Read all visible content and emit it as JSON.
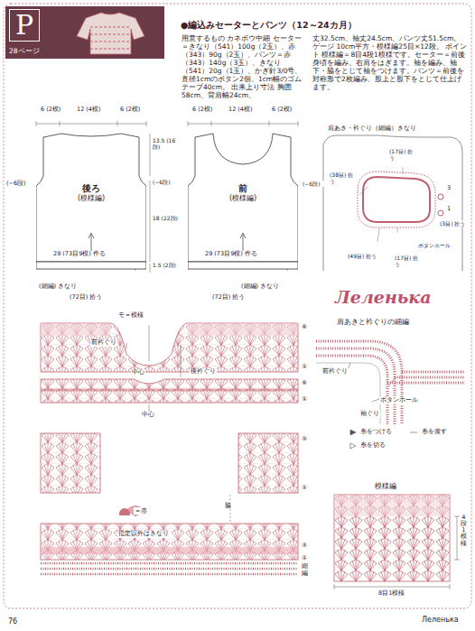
{
  "diagram": {
    "title": "●編込みセーターとパンツ（12～24カ月）",
    "nodes": [
      {
        "text": [
          "P",
          "28ページ"
        ]
      },
      {
        "text": [
          "後ろ",
          "(模様編)"
        ]
      },
      {
        "text": [
          "前",
          "(模様編)"
        ]
      }
    ],
    "labels": [
      "用意するもの カネボウ中細 セーター＝きなり（541）100g（2玉）、赤（343）90g（2玉）、パンツ＝赤（343）140g（3玉）、きなり（541）20g（1玉）、かぎ針3/0号、直径1cmのボタン2個、1cm幅のゴムテープ40cm。 出来上り寸法 胸囲58cm、背肩幅24cm、",
      "丈32.5cm、袖丈24.5cm、パンツ丈51.5cm。 ゲージ 10cm平方・模様編25目×12段。 ポイント 模様編＝8目4段1模様です。セーター＝前後身頃を編み、右肩をはぎます。袖を編み、袖下・脇をとじて袖をつけます。パンツ＝前後を対称形で2枚編み、股上と股下をとじて仕上げます。",
      "6 (2模)",
      "12 (4模)",
      "6 (2模)",
      "13.5 (16段)",
      "(−6段)",
      "(−6段)",
      "18 (22段)",
      "29 (73目9模) 作る",
      "1.5 (2段)",
      "(細編) きなり",
      "(72目) 拾う",
      "6 (2模)",
      "12 (4模)",
      "6 (2模)",
      "(−6段)",
      "29 (73目9模) 作る",
      "(細編) きなり",
      "(72目) 拾う",
      "肩あき・衿ぐり（細編）きなり",
      "(38目) 拾う",
      "(17目) 拾う",
      "3",
      "1",
      "ボタンホール",
      "(3目) 拾う",
      "(17目) 拾う",
      "(49目) 拾う",
      "Леленька",
      "肩あきと衿ぐりの細編",
      "前衿ぐり",
      "ボタンホール",
      "袖ぐり",
      "モ＝模様",
      "前衿ぐり",
      "中心",
      "後衿ぐり",
      "中心",
      "⑥",
      "①",
      "⑥",
      "①",
      "⑤",
      "①",
      "指定以外はきなり",
      "脇",
      "④",
      "①",
      "細編",
      "模様編",
      "4段1模様",
      "8目1模様",
      "76",
      "Леленька"
    ],
    "legend": [
      {
        "text": "糸をつける"
      },
      {
        "text": "糸を渡す"
      },
      {
        "text": "糸を切る"
      },
      {
        "text": "＝赤",
        "color": "#c8727e"
      }
    ]
  }
}
